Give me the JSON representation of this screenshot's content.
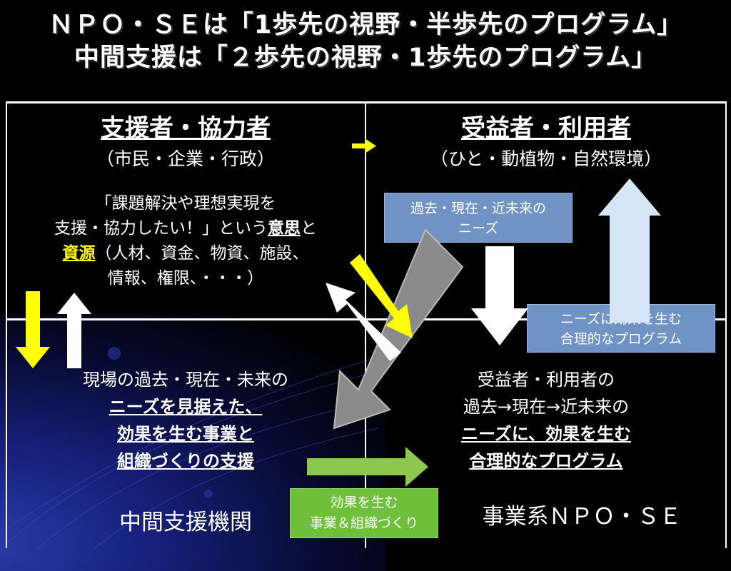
{
  "title": {
    "line1": "ＮＰＯ・ＳＥは「1歩先の視野・半歩先のプログラム」",
    "line2": "中間支援は「２歩先の視野・1歩先のプログラム」"
  },
  "top_left": {
    "heading": "支援者・協力者",
    "sub": "（市民・企業・行政）",
    "para_line1": "「課題解決や理想実現を",
    "para_line2_a": "支援・協力したい！」という",
    "para_line2_em": "意思",
    "para_line2_b": "と",
    "para_line3_em": "資源",
    "para_line3_b": "（人材、資金、物資、施設、",
    "para_line4": "情報、権限、・・・）"
  },
  "top_right": {
    "heading": "受益者・利用者",
    "sub": "（ひと・動植物・自然環境）"
  },
  "box_needs": "過去・現在・近未来の\nニーズ",
  "box_program": "ニーズに効果を生む\n合理的なプログラム",
  "bottom_left": {
    "line1": "現場の過去・現在・未来の",
    "line2": "ニーズを見据えた、",
    "line3": "効果を生む事業と",
    "line4": "組織づくりの支援"
  },
  "bottom_right": {
    "line1": "受益者・利用者の",
    "line2": "過去→現在→近未来の",
    "line3": "ニーズに、効果を生む",
    "line4": "合理的なプログラム"
  },
  "box_effect": "効果を生む\n事業＆組織づくり",
  "label_left": "中間支援機関",
  "label_right": "事業系ＮＰＯ・ＳＥ",
  "colors": {
    "yellow": "#ffff00",
    "box_blue": "#6f93c4",
    "box_green": "#6fbf3a",
    "arrow_lightblue": "#d6e6f8",
    "arrow_green": "#8cc84b",
    "arrow_gray": "#8a8a8a"
  }
}
